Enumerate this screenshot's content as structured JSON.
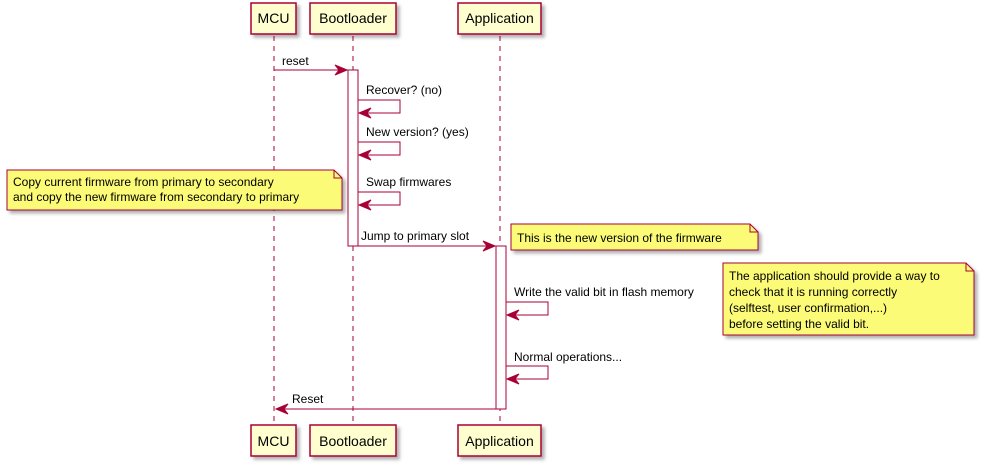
{
  "participants": {
    "mcu": "MCU",
    "bootloader": "Bootloader",
    "application": "Application"
  },
  "messages": [
    {
      "from": "MCU",
      "to": "Bootloader",
      "label": "reset"
    },
    {
      "from": "Bootloader",
      "to": "Bootloader",
      "label": "Recover? (no)"
    },
    {
      "from": "Bootloader",
      "to": "Bootloader",
      "label": "New version? (yes)"
    },
    {
      "from": "Bootloader",
      "to": "Bootloader",
      "label": "Swap firmwares"
    },
    {
      "from": "Bootloader",
      "to": "Application",
      "label": "Jump to primary slot"
    },
    {
      "from": "Application",
      "to": "Application",
      "label": "Write the valid bit in flash memory"
    },
    {
      "from": "Application",
      "to": "Application",
      "label": "Normal operations..."
    },
    {
      "from": "Application",
      "to": "MCU",
      "label": "Reset"
    }
  ],
  "notes": {
    "swap": [
      "Copy current firmware from primary to secondary",
      "and copy the new firmware from secondary to primary"
    ],
    "new_version": [
      "This is the new version of the firmware"
    ],
    "valid_bit": [
      "The application should provide a way to",
      "check that it is running correctly",
      "(selftest, user confirmation,...)",
      "before setting the valid bit."
    ]
  },
  "colors": {
    "participant_fill": "#FEFECE",
    "line": "#A80036",
    "note_fill": "#FBFB77"
  }
}
